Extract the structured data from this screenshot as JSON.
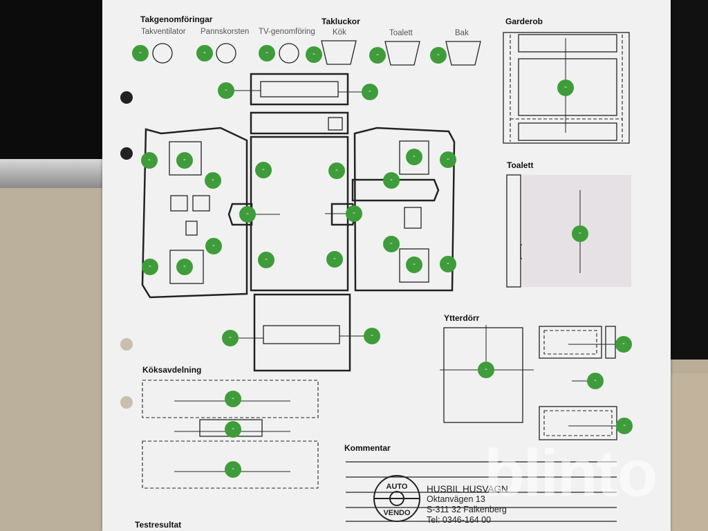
{
  "sections": {
    "takgenomforingar": {
      "title": "Takgenomföringar",
      "items": [
        "Takventilator",
        "Pannskorsten",
        "TV-genomföring"
      ]
    },
    "takluckor": {
      "title": "Takluckor",
      "items": [
        "Kök",
        "Toalett",
        "Bak"
      ]
    },
    "garderob": "Garderob",
    "toalett": "Toalett",
    "ytterdorr": "Ytterdörr",
    "koksavdelning": "Köksavdelning",
    "kommentar": "Kommentar",
    "testresultat": "Testresultat"
  },
  "dot_label": "-",
  "dot_color": "#3f9c3a",
  "company": {
    "logo_text": [
      "AUTO",
      "VENDO"
    ],
    "name": "HUSBIL HUSVAGN",
    "street": "Oktanvägen 13",
    "postal": "S-311 32  Falkenberg",
    "phone": "Tel: 0346-164 00"
  },
  "watermark": "blinto"
}
